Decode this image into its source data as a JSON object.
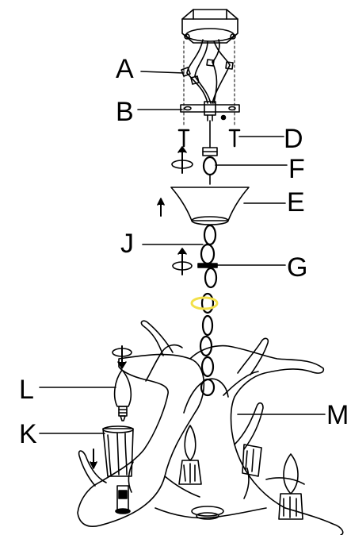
{
  "labels": {
    "a": "A",
    "b": "B",
    "d": "D",
    "f": "F",
    "e": "E",
    "j": "J",
    "g": "G",
    "l": "L",
    "k": "K",
    "m": "M"
  },
  "colors": {
    "line": "#000000",
    "highlight": "#f2e04a",
    "background": "#ffffff"
  }
}
